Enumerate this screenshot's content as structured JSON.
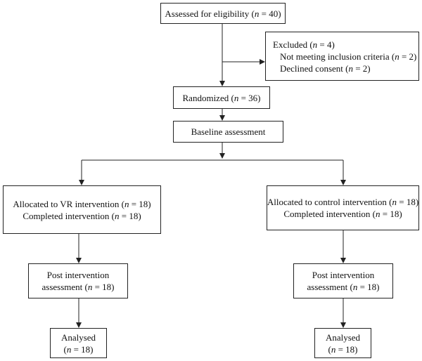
{
  "eligibility": {
    "prefix": "Assessed for eligibility (",
    "n_symbol": "n",
    "suffix": " = 40)"
  },
  "excluded": {
    "title": {
      "prefix": "Excluded (",
      "n_symbol": "n",
      "suffix": " = 4)"
    },
    "reasons": [
      {
        "prefix": "Not meeting inclusion criteria (",
        "n_symbol": "n",
        "suffix": " = 2)"
      },
      {
        "prefix": "Declined consent (",
        "n_symbol": "n",
        "suffix": " = 2)"
      }
    ]
  },
  "randomized": {
    "prefix": "Randomized (",
    "n_symbol": "n",
    "suffix": " = 36)"
  },
  "baseline": {
    "label": "Baseline assessment"
  },
  "arms": [
    {
      "allocated": {
        "prefix": "Allocated to VR intervention (",
        "n_symbol": "n",
        "suffix": " = 18)"
      },
      "completed": {
        "prefix": "Completed intervention (",
        "n_symbol": "n",
        "suffix": " = 18)"
      },
      "post": {
        "line1": "Post intervention",
        "line2": {
          "prefix": "assessment (",
          "n_symbol": "n",
          "suffix": " = 18)"
        }
      },
      "analysed": {
        "line1": "Analysed",
        "line2": {
          "prefix": "(",
          "n_symbol": "n",
          "suffix": " = 18)"
        }
      }
    },
    {
      "allocated": {
        "prefix": "Allocated to control intervention (",
        "n_symbol": "n",
        "suffix": " = 18)"
      },
      "completed": {
        "prefix": "Completed intervention (",
        "n_symbol": "n",
        "suffix": " = 18)"
      },
      "post": {
        "line1": "Post intervention",
        "line2": {
          "prefix": "assessment (",
          "n_symbol": "n",
          "suffix": " = 18)"
        }
      },
      "analysed": {
        "line1": "Analysed",
        "line2": {
          "prefix": "(",
          "n_symbol": "n",
          "suffix": " = 18)"
        }
      }
    }
  ],
  "colors": {
    "line": "#222222",
    "box_border": "#222222",
    "text": "#111111",
    "background": "#ffffff"
  }
}
